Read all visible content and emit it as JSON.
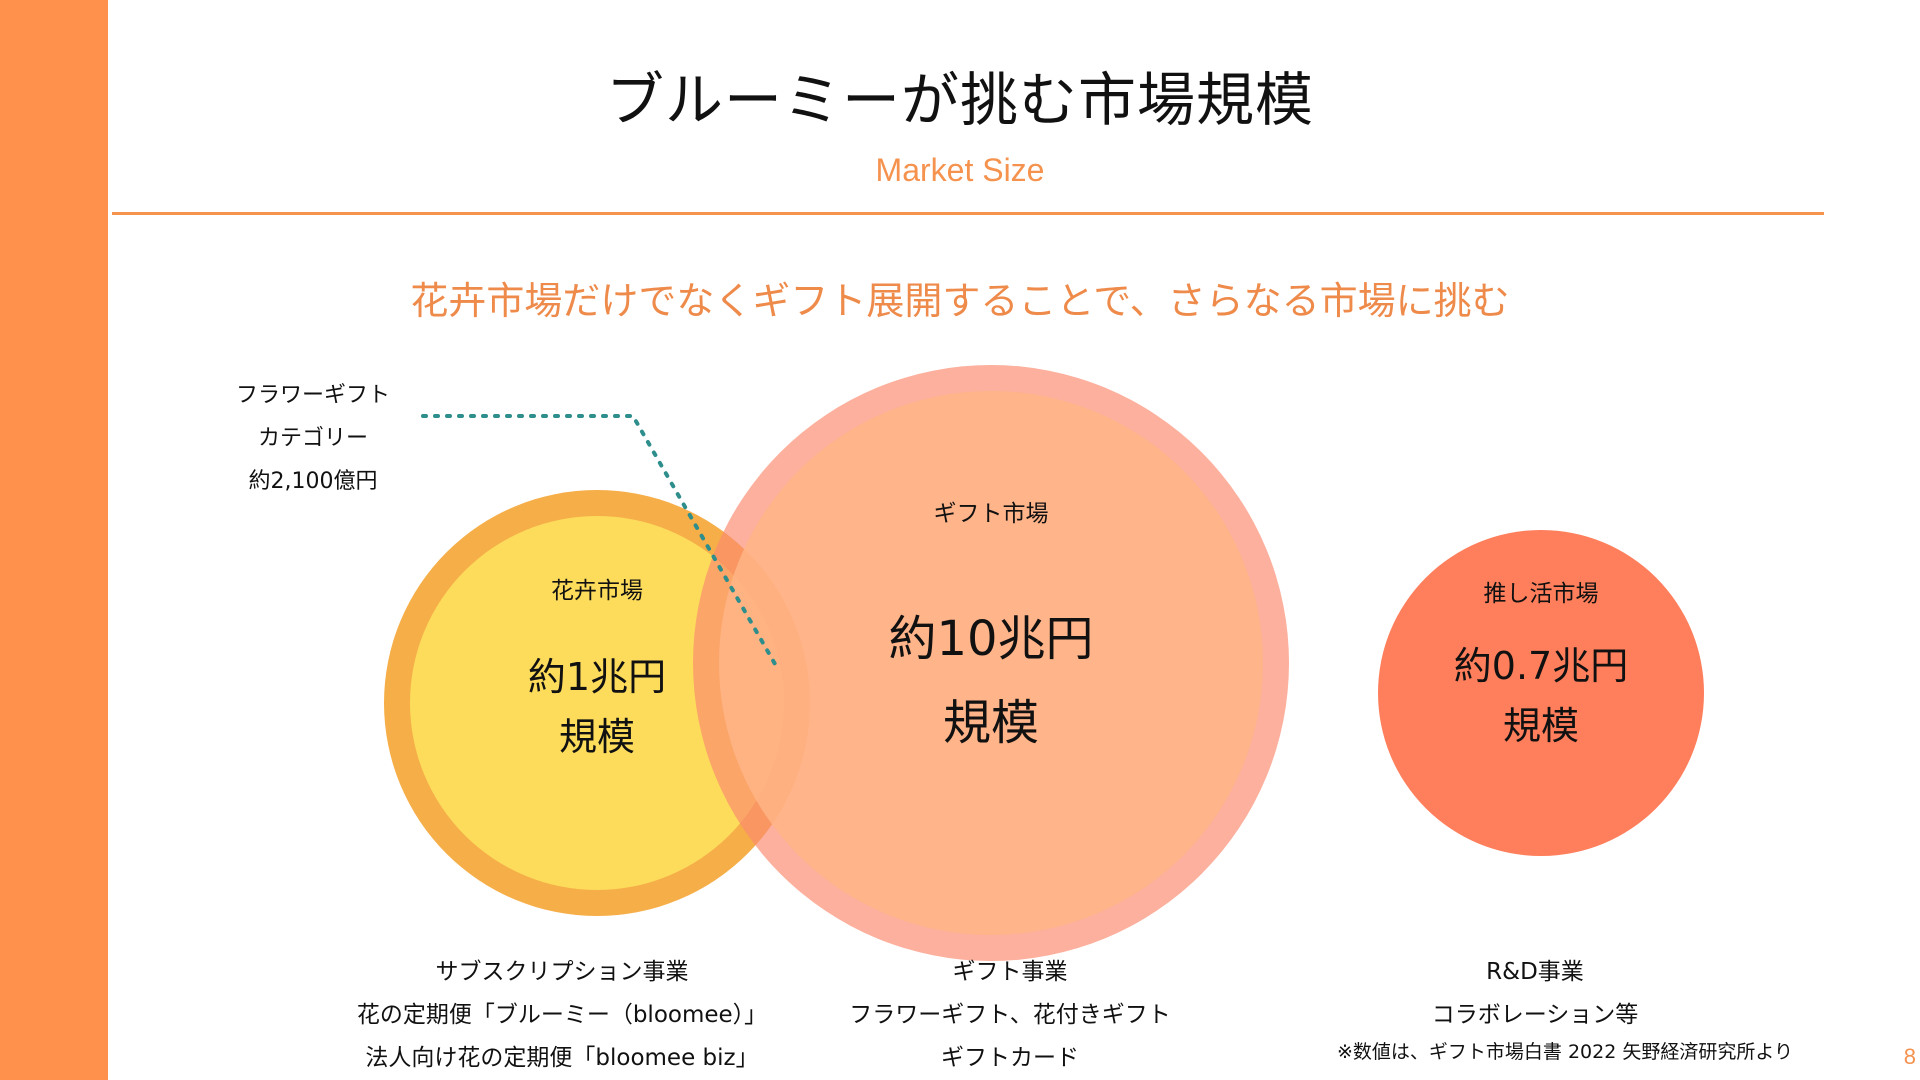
{
  "slide": {
    "title": "ブルーミーが挑む市場規模",
    "subtitle": "Market Size",
    "tagline": "花卉市場だけでなくギフト展開することで、さらなる市場に挑む",
    "page_number": "8",
    "note": "※数値は、ギフト市場白書 2022 矢野経済研究所より"
  },
  "colors": {
    "accent": "#FF914D",
    "flower_outer": "#F6AE48",
    "flower_inner": "#FDDC5C",
    "gift_ring": "#FBA38E",
    "gift_inner": "#FFB586",
    "oshi": "#FF7E5B",
    "dotted_line": "#2E8E8C"
  },
  "callout": {
    "line1": "フラワーギフト",
    "line2": "カテゴリー",
    "line3": "約2,100億円"
  },
  "circles": {
    "flower": {
      "name": "花卉市場",
      "value": "約1兆円",
      "scale": "規模"
    },
    "gift": {
      "name": "ギフト市場",
      "value": "約10兆円",
      "scale": "規模"
    },
    "oshi": {
      "name": "推し活市場",
      "value": "約0.7兆円",
      "scale": "規模"
    }
  },
  "descriptions": {
    "subscription": {
      "line1": "サブスクリプション事業",
      "line2": "花の定期便「ブルーミー（bloomee）」",
      "line3": "法人向け花の定期便「bloomee biz」"
    },
    "gift": {
      "line1": "ギフト事業",
      "line2": "フラワーギフト、花付きギフト",
      "line3": "ギフトカード"
    },
    "rd": {
      "line1": "R&D事業",
      "line2": "コラボレーション等"
    }
  }
}
